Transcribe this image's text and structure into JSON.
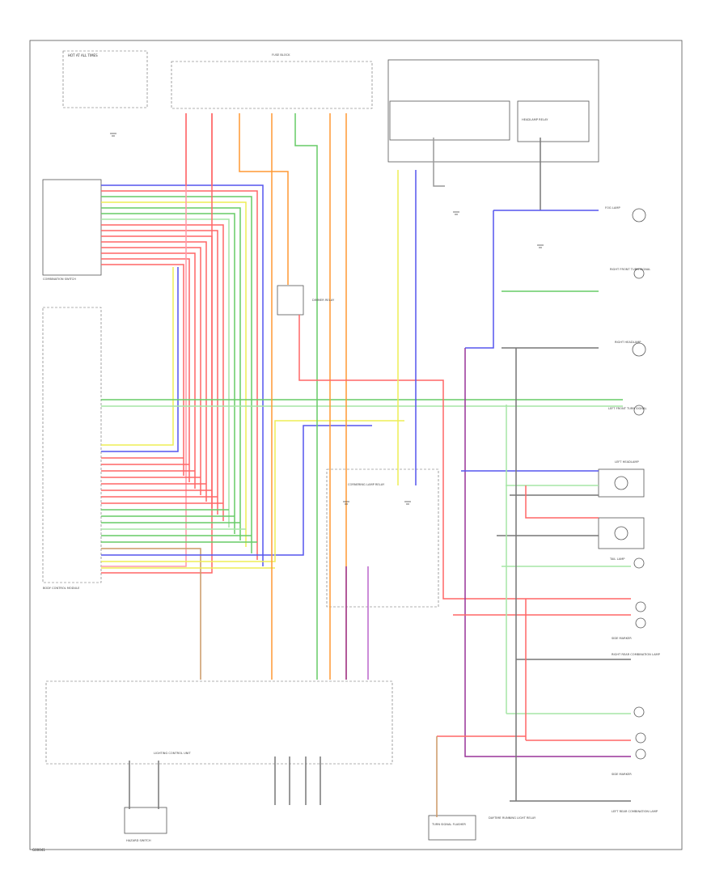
{
  "diagram": {
    "footer_code": "G00041",
    "components": {
      "hot_at_all_times": "HOT AT ALL TIMES",
      "fuse_block": "FUSE BLOCK",
      "combination_switch": "COMBINATION SWITCH",
      "body_control_module": "BODY CONTROL MODULE",
      "lighting_control_unit": "LIGHTING CONTROL UNIT",
      "cornering_lamp_relay": "CORNERING LAMP RELAY",
      "dimmer_relay": "DIMMER RELAY",
      "headlamp_relay": "HEADLAMP RELAY",
      "hazard_switch": "HAZARD SWITCH",
      "turn_signal_flasher": "TURN SIGNAL FLASHER",
      "daytime_running_light_relay": "DAYTIME RUNNING LIGHT RELAY",
      "left_front_turn_signal": "LEFT FRONT TURN SIGNAL",
      "right_front_turn_signal": "RIGHT FRONT TURN SIGNAL",
      "left_headlamp": "LEFT HEADLAMP",
      "right_headlamp": "RIGHT HEADLAMP",
      "left_side_marker": "SIDE MARKER",
      "right_side_marker": "SIDE MARKER",
      "left_rear_combination_lamp": "LEFT REAR COMBINATION LAMP",
      "right_rear_combination_lamp": "RIGHT REAR COMBINATION LAMP",
      "fog_lamp": "FOG LAMP",
      "tail_lamp": "TAIL LAMP"
    },
    "wire_colors": {
      "red": "#ff6666",
      "pink": "#ff9aa8",
      "green": "#66cc66",
      "light_green": "#a6e6a6",
      "blue": "#5555ee",
      "yellow": "#eeee55",
      "orange": "#ff9933",
      "purple": "#993399",
      "violet": "#bb66cc",
      "gray": "#777777",
      "black": "#333333",
      "tan": "#cc9966",
      "white": "#dddddd"
    }
  }
}
